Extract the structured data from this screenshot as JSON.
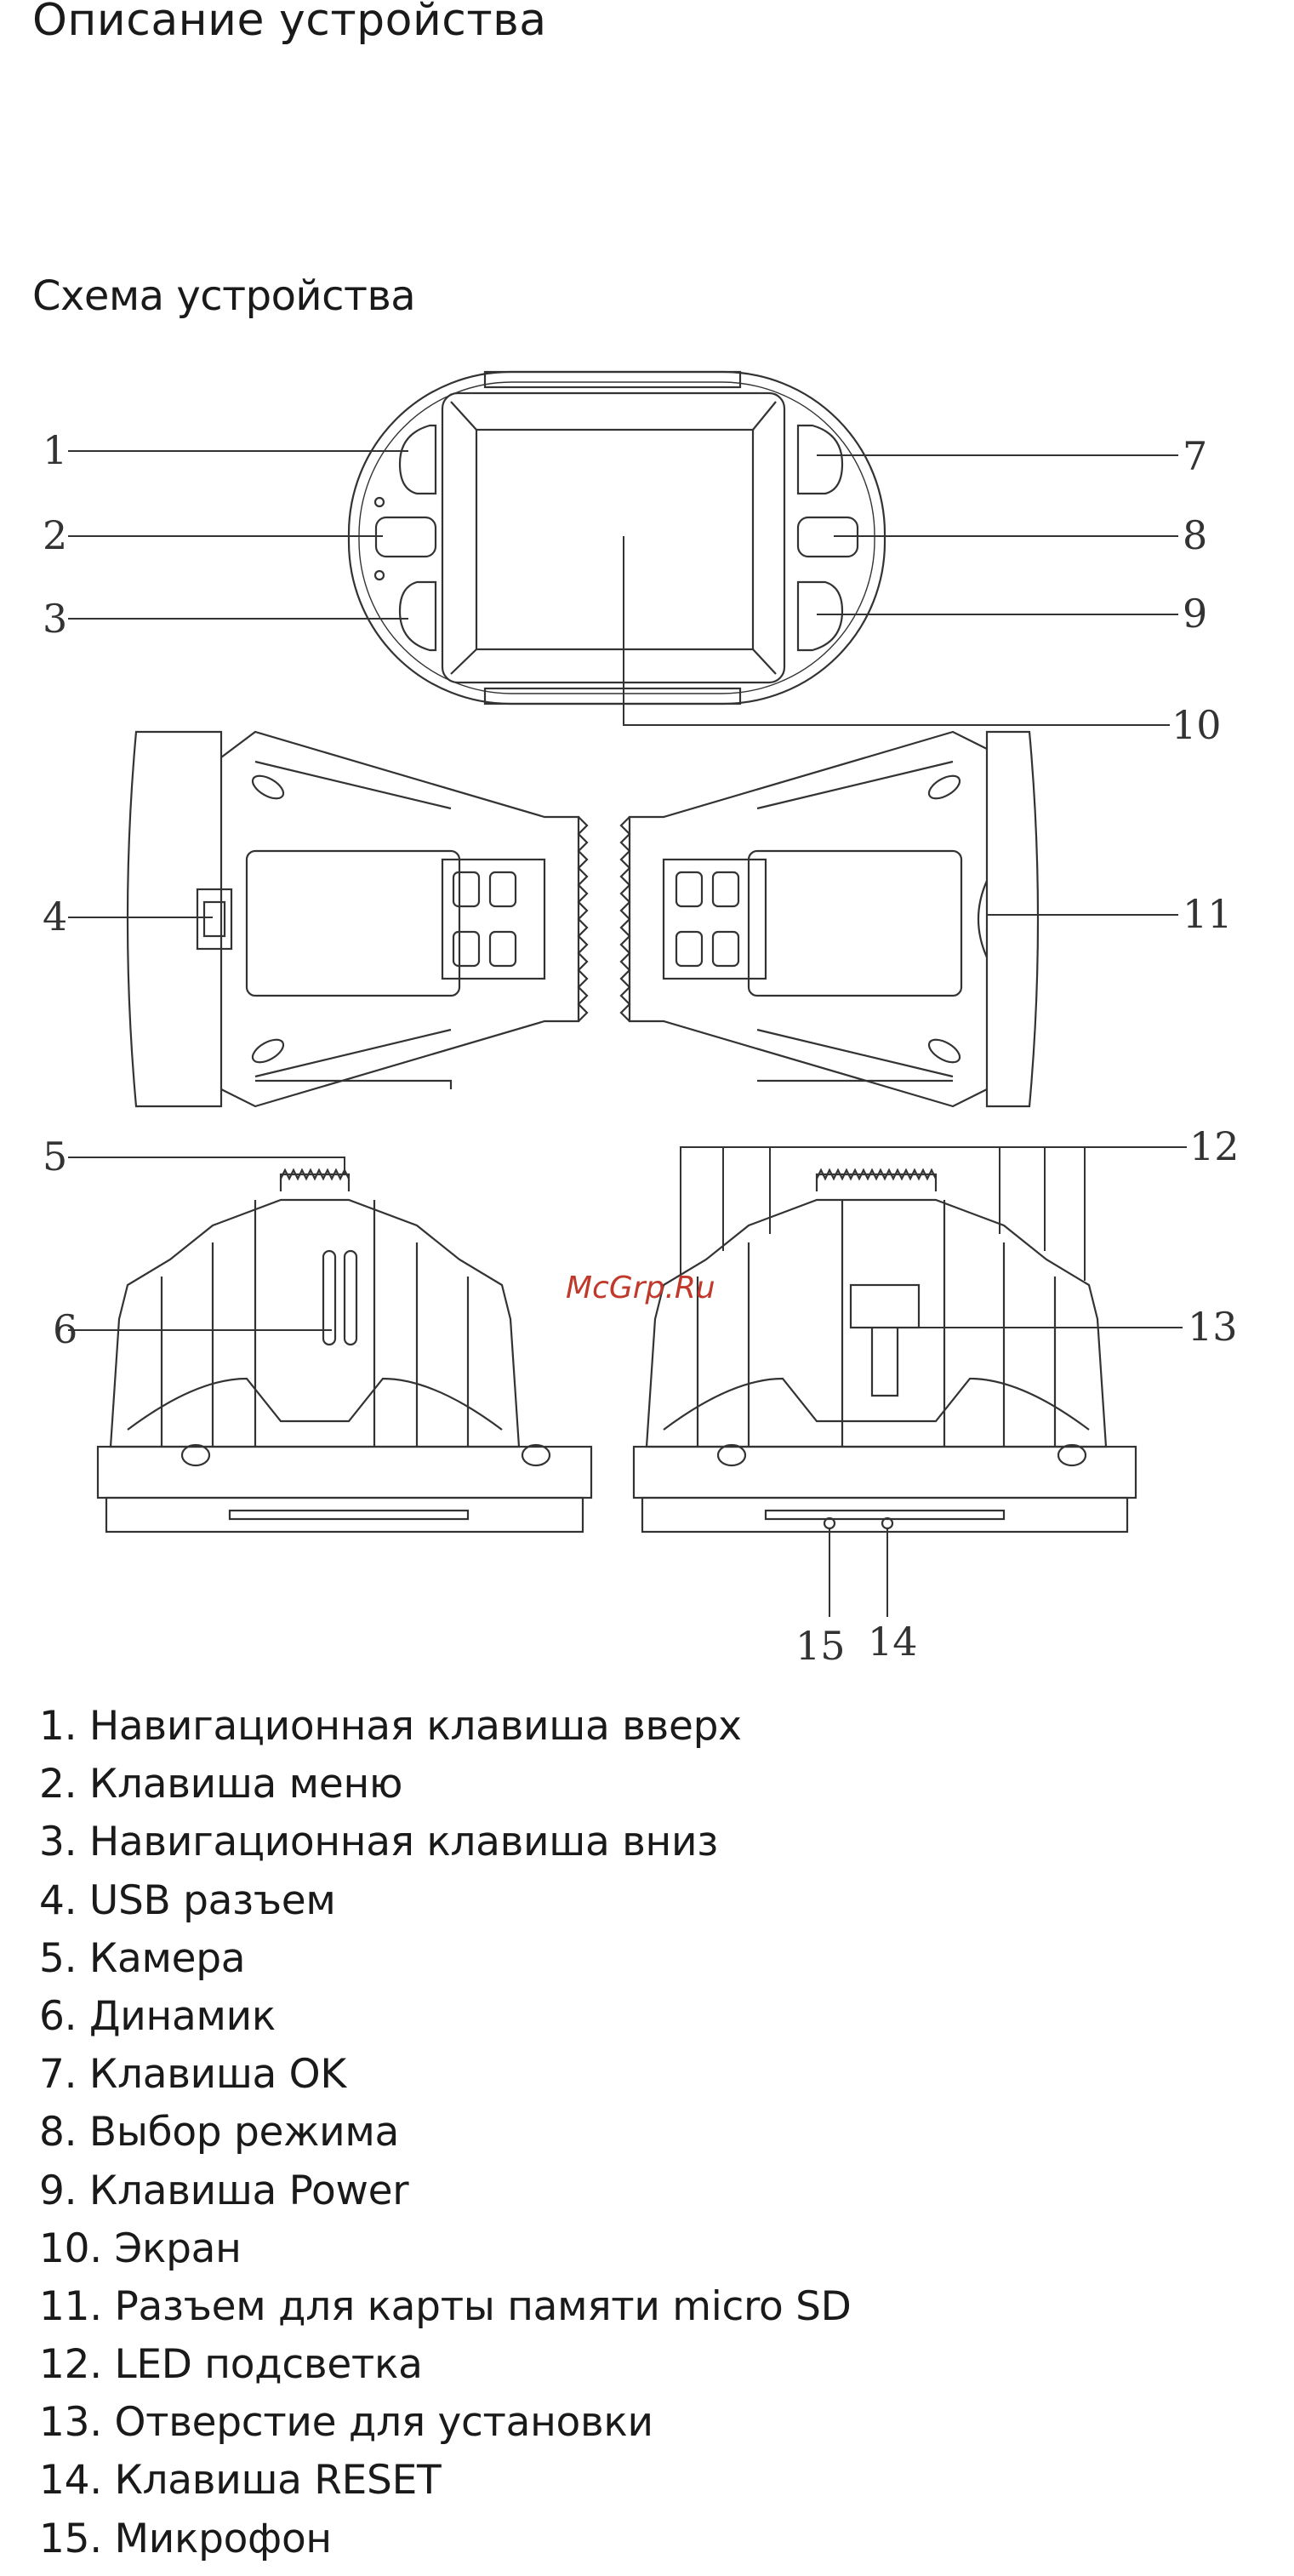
{
  "title": "Описание  устройства",
  "scheme_title": "Схема устройства",
  "watermark": "McGrp.Ru",
  "callouts": [
    "1",
    "2",
    "3",
    "4",
    "5",
    "6",
    "7",
    "8",
    "9",
    "10",
    "11",
    "12",
    "13",
    "14",
    "15"
  ],
  "legend": [
    "1. Навигационная клавиша вверх",
    "2. Клавиша меню",
    "3. Навигационная клавиша вниз",
    "4. USB  разъем",
    "5. Камера",
    "6. Динамик",
    "7. Клавиша OK",
    "8. Выбор режима",
    "9. Клавиша Power",
    "10.  Экран",
    "11.  Разъем для карты памяти micro SD",
    "12.  LED подсветка",
    "13.  Отверстие для установки",
    "14. Клавиша  RESET",
    "15.  Микрофон"
  ],
  "colors": {
    "line": "#333333",
    "watermark": "#c0392b"
  }
}
